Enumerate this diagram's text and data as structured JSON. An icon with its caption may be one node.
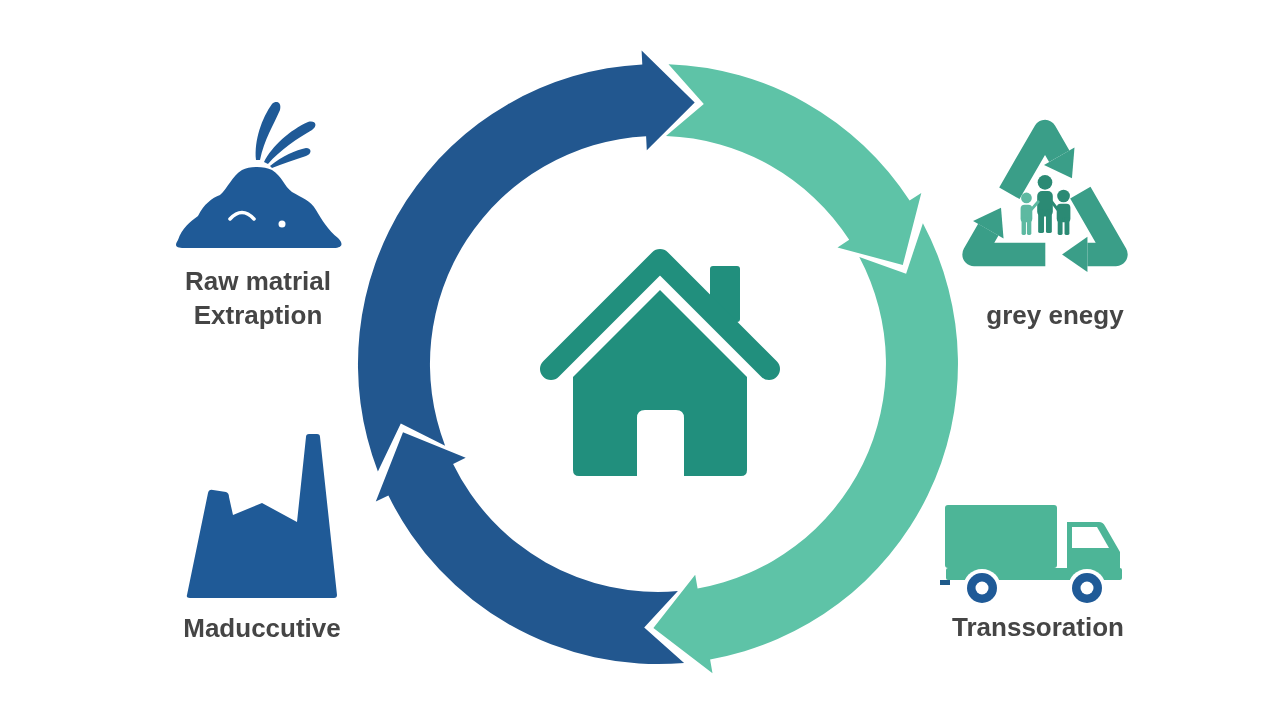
{
  "diagram": {
    "nodes": [
      {
        "text": [
          "Raw matrial Extraption"
        ]
      },
      {
        "text": [
          "grey enegy"
        ]
      },
      {
        "text": [
          "Maduccutive"
        ]
      },
      {
        "text": [
          "Transsoration"
        ]
      }
    ]
  }
}
